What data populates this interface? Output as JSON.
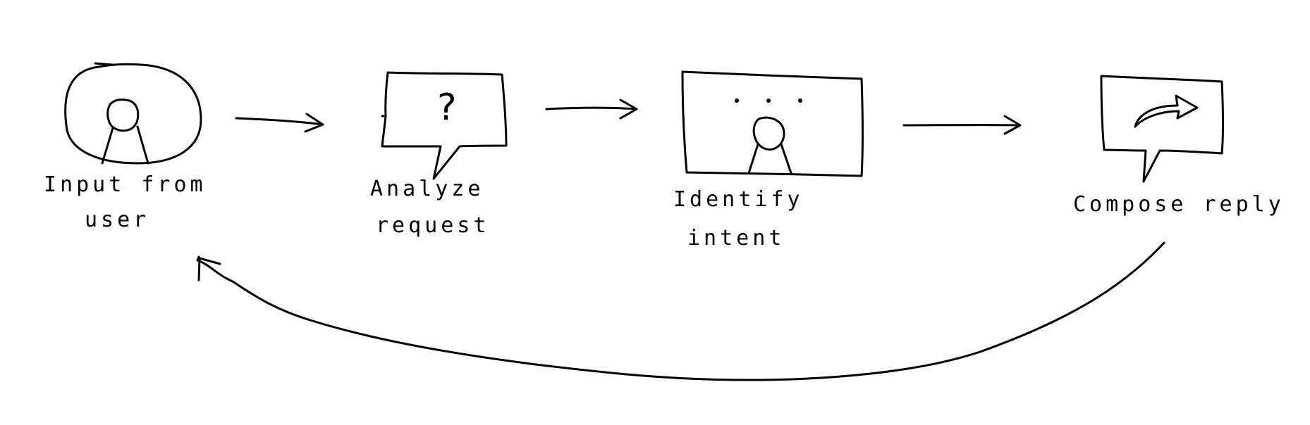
{
  "diagram": {
    "steps": [
      {
        "id": "input",
        "icon": "user-circle-icon",
        "label_lines": [
          "Input from",
          "user"
        ]
      },
      {
        "id": "analyze",
        "icon": "question-bubble-icon",
        "label_lines": [
          "Analyze",
          "request"
        ]
      },
      {
        "id": "identify",
        "icon": "thinking-user-icon",
        "label_lines": [
          "Identify",
          "intent"
        ]
      },
      {
        "id": "compose",
        "icon": "reply-bubble-icon",
        "label_lines": [
          "Compose reply"
        ]
      }
    ],
    "connections": [
      {
        "from": "input",
        "to": "analyze"
      },
      {
        "from": "analyze",
        "to": "identify"
      },
      {
        "from": "identify",
        "to": "compose"
      },
      {
        "from": "compose",
        "to": "input",
        "style": "feedback-loop"
      }
    ],
    "question_mark": "?",
    "ink_color": "#000000",
    "background_color": "#ffffff"
  }
}
